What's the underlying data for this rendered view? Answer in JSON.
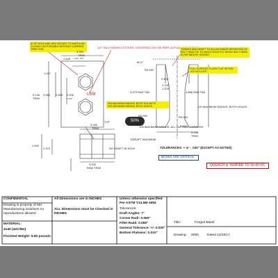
{
  "notes": {
    "top_left": "ID OF HOLE AND HEX SOCKET TO MATCH AS CLOSELY AS POSSIBLE WITHOUT CURRENT TRIM TOOL",
    "top_center": "1/4\" TALL RAISED LETTERS, CENTERED ON THE PART (A PLAIN FONT IS OK)",
    "top_right": "TWEAKS AND DRAFT TO ALLOW MINOR DEFINITION OF BOLT HEAD OK TO MATCH EXACTLY WHILE BOLT HEAD IS REFINED BY SOCKET",
    "right_mid": "FULL SURFACE FLUSH FLAT WITHIN .010 NO LIGHT",
    "yellow_center_1": ".200 MAXIMUM RADIUS, BOTH SOCKETS",
    "yellow_center_2": ".200 MAXIMUM RADIUS, BOTH HOLES"
  },
  "dims": {
    "d_3250_top": "3.250",
    "d_trim_top": "TRIM",
    "d_1625": "1.625",
    "d_1625_tol": "+.010 -.010",
    "d_1037": "1.037",
    "d_5136": "5.136",
    "d_trim_left": "TRIM",
    "d_2062": "2.062",
    "d_0906": "0.906",
    "d_0906b": "0.906",
    "d_0906tol": "±.010",
    "d_lsm": "LSM",
    "d_typ": "TYP",
    "d_60": "60.0°",
    "d_r0060": "R0.060",
    "d_4979": "4.979 RAD TAN",
    "d_4886": "4.886 RAD TAN",
    "d_0400": "0.400",
    "d_1130": "1.130",
    "d_1203": "1.203",
    "d_r0050": "R0.050",
    "d_120max": ".120 MAXIMUM RADIUS, BOTH HOLES",
    "d_r0060b": "R0.060",
    "d_0904": "0.904",
    "d_5136b": "5.136",
    "d_trim_b": "TRIM",
    "d_125max": ".125 MAXIMUM RADIUS, ALL OUTSIDE CORNERS",
    "d_3250b": "3.250",
    "d_trim_c": "TRIM",
    "d_1640": "1.640",
    "d_1375": "1.375",
    "d_nodraft": "NO DRAFT IN HOLE",
    "d_edraft": "EDRAFT MAXIMUM",
    "d_3200": "3.200",
    "d_raw": "RAW TRIM",
    "tolerances": "TOLERANCES: + or - .030\" (EXCEPT AS NOTED)",
    "boxes_critical": "BOXES ARE CRITICAL",
    "quench": "QUENCH & TEMPER TO 36-40 RC"
  },
  "zoom": "50%",
  "title_block": {
    "confidential": "CONFIDENTIAL",
    "conf_text": "Drawing is property of MH Manufacturing Solutions no reproductions allowed",
    "dims_inches": "All Dimensions are in INCHES",
    "dims_checked": "ALL Dimensions must be Checked in INCHES",
    "material_label": "MATERIAL:",
    "material_value": "4140 (42C/Mo)",
    "finished_weight": "Finished Weight: 5.90 pounds",
    "spec_line1": "Unless otherwise specified",
    "spec_line2": "Per ASTM Y14.5M-1994",
    "tolerances": "Tolerances:",
    "draft": "Draft Angles: 7°",
    "corner": "Corner Radi: 0.060\"",
    "fillet": "Fillet Radii: 0.060\"",
    "general_tol": "General Tolerance: +/- 0.030\"",
    "flatness": "Bottom Flatness: 0.010\"",
    "title_label": "Title:",
    "title_value": "Forged Blank",
    "drawing_label": "Drawing:",
    "drawing_value": "0090",
    "dated": "Dated 12/26/17"
  }
}
